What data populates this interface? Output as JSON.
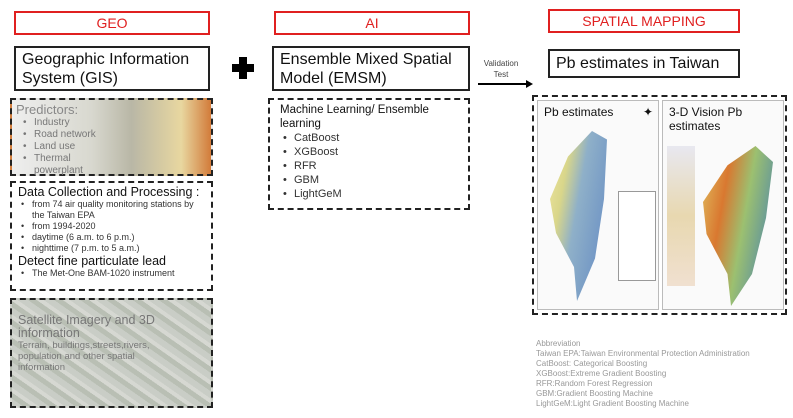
{
  "headers": {
    "geo": "GEO",
    "ai": "AI",
    "spatial": "SPATIAL MAPPING"
  },
  "gis": {
    "title": "Geographic Information System (GIS)"
  },
  "plus_icon": "plus-icon",
  "emsm": {
    "title": "Ensemble Mixed Spatial Model (EMSM)"
  },
  "validation": {
    "line1": "Validation",
    "line2": "Test"
  },
  "pb": {
    "title": "Pb estimates in Taiwan"
  },
  "predictors": {
    "title": "Predictors:",
    "items": [
      "Industry",
      "Road network",
      "Land use",
      "Thermal powerplant"
    ]
  },
  "data_collection": {
    "title": "Data Collection  and Processing :",
    "items": [
      "from 74 air quality monitoring stations by the Taiwan EPA",
      "from 1994-2020",
      "daytime (6 a.m. to 6 p.m.)",
      "nighttime (7 p.m. to 5 a.m.)"
    ],
    "subtitle": "Detect fine particulate lead",
    "subitems": [
      "The Met-One BAM-1020 instrument"
    ]
  },
  "satellite": {
    "title": "Satellite Imagery and 3D information",
    "desc": "Terrain, buildings,streets,rivers, population and other spatial information"
  },
  "ml": {
    "title": "Machine Learning/ Ensemble learning",
    "items": [
      "CatBoost",
      "XGBoost",
      "RFR",
      "GBM",
      "LightGeM"
    ]
  },
  "maps": {
    "left_title": "Pb estimates",
    "right_title": "3-D Vision Pb estimates"
  },
  "abbreviation": {
    "title": "Abbreviation",
    "items": [
      "Taiwan EPA:Taiwan Environmental Protection Administration",
      "CatBoost: Categorical Boosting",
      "XGBoost:Extreme Gradient Boosting",
      "RFR:Random Forest Regression",
      "GBM:Gradient Boosting Machine",
      "LightGeM:Light Gradient Boosting Machine"
    ]
  },
  "colors": {
    "header_red": "#e02020"
  }
}
